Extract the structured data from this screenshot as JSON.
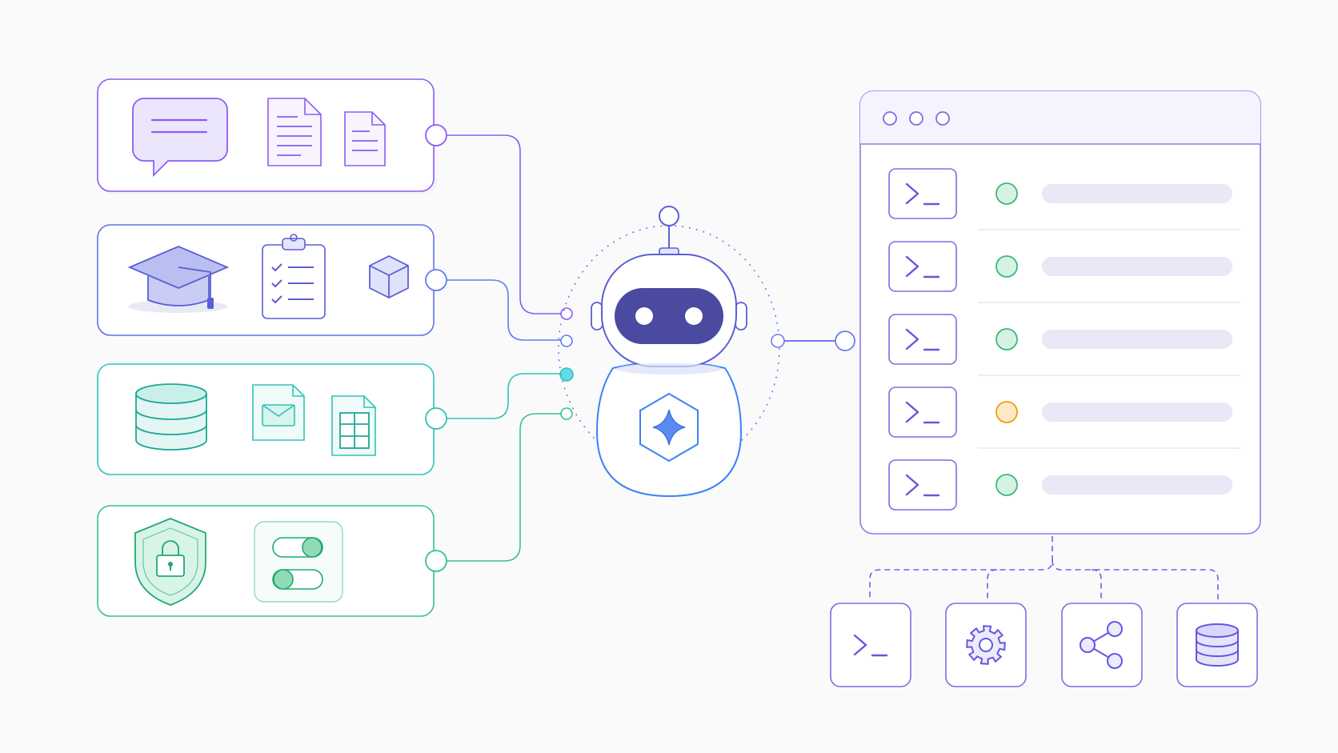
{
  "colors": {
    "background": "#fafafb",
    "purple": "#8b5cf6",
    "purple_light": "#e9e3fb",
    "indigo": "#6366f1",
    "indigo_light": "#e4e6fb",
    "blue": "#3b82f6",
    "teal": "#2ec4b6",
    "teal_light": "#dbf5f1",
    "green": "#34c38f",
    "green_light": "#d8f4e8",
    "robot_eye": "#4a4aa0",
    "status_ok": "#3ab97a",
    "status_warn": "#f59e0b",
    "bar": "#e8e8f6"
  },
  "source_panels": [
    {
      "id": "chat-docs",
      "color": "purple",
      "icons": [
        "chat-bubble-icon",
        "document-icon",
        "document-small-icon"
      ]
    },
    {
      "id": "knowledge",
      "color": "indigo",
      "icons": [
        "graduation-cap-icon",
        "checklist-clipboard-icon",
        "cube-icon"
      ]
    },
    {
      "id": "data",
      "color": "teal",
      "icons": [
        "database-icon",
        "email-file-icon",
        "spreadsheet-file-icon"
      ]
    },
    {
      "id": "security",
      "color": "green",
      "icons": [
        "lock-shield-icon",
        "toggle-switches-icon"
      ]
    }
  ],
  "agent": {
    "icon": "robot-icon",
    "badge_icon": "sparkle-hexagon-icon"
  },
  "terminal_window": {
    "window_controls": [
      "dot",
      "dot",
      "dot"
    ],
    "rows": [
      {
        "icon": "terminal-prompt-icon",
        "status": "ok"
      },
      {
        "icon": "terminal-prompt-icon",
        "status": "ok"
      },
      {
        "icon": "terminal-prompt-icon",
        "status": "ok"
      },
      {
        "icon": "terminal-prompt-icon",
        "status": "warn"
      },
      {
        "icon": "terminal-prompt-icon",
        "status": "ok"
      }
    ]
  },
  "tools": [
    {
      "icon": "terminal-prompt-icon"
    },
    {
      "icon": "gear-icon"
    },
    {
      "icon": "share-icon"
    },
    {
      "icon": "database-icon"
    }
  ]
}
